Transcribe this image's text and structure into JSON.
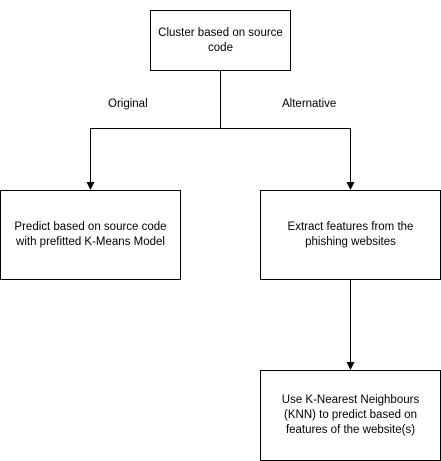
{
  "diagram": {
    "nodes": {
      "cluster": "Cluster based on source code",
      "predict_kmeans": "Predict based on source code with prefitted K-Means Model",
      "extract_features": "Extract features from the phishing websites",
      "knn": "Use K-Nearest Neighbours (KNN) to predict based on features of the website(s)"
    },
    "edge_labels": {
      "original": "Original",
      "alternative": "Alternative"
    }
  }
}
